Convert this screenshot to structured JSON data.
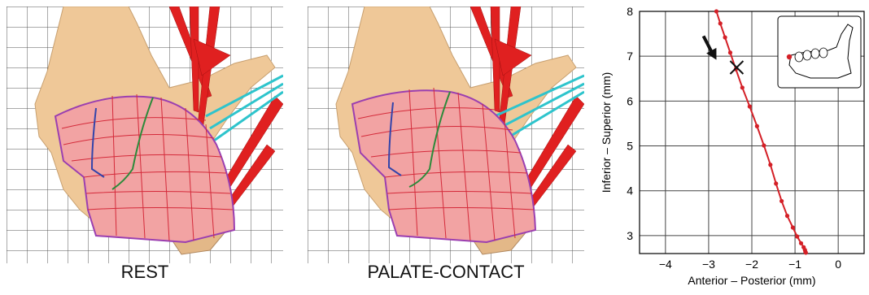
{
  "captions": {
    "rest": "REST",
    "palate_contact": "PALATE-CONTACT"
  },
  "colors": {
    "tongue_fill": "#f2a3a3",
    "tongue_grid": "#d42a3a",
    "tongue_outline": "#9b3fb0",
    "bone": "#efc898",
    "muscle_red": "#e02020",
    "muscle_cyan": "#2ec4cc",
    "trajectory": "#d42027",
    "grid": "#444444"
  },
  "chart_data": {
    "type": "line",
    "xlabel": "Anterior – Posterior (mm)",
    "ylabel": "Inferior – Superior (mm)",
    "xlim": [
      -4.6,
      0.6
    ],
    "ylim": [
      2.6,
      8.0
    ],
    "xticks": [
      "−4",
      "−3",
      "−2",
      "−1",
      "0"
    ],
    "xtick_values": [
      -4,
      -3,
      -2,
      -1,
      0
    ],
    "yticks": [
      "3",
      "4",
      "5",
      "6",
      "7",
      "8"
    ],
    "ytick_values": [
      3,
      4,
      5,
      6,
      7,
      8
    ],
    "grid": true,
    "series": [
      {
        "x": [
          -2.82,
          -2.73,
          -2.62,
          -2.5,
          -2.37,
          -2.22,
          -2.05,
          -1.88,
          -1.72,
          -1.57,
          -1.44,
          -1.31,
          -1.18,
          -1.05,
          -0.95,
          -0.86,
          -0.8,
          -0.77,
          -0.76,
          -0.75
        ],
        "y": [
          8.0,
          7.73,
          7.42,
          7.08,
          6.71,
          6.3,
          5.88,
          5.44,
          5.01,
          4.58,
          4.16,
          3.77,
          3.44,
          3.18,
          2.98,
          2.83,
          2.74,
          2.68,
          2.64,
          2.62
        ]
      }
    ],
    "marker_x": {
      "x": -2.35,
      "y": 6.75
    },
    "arrow": {
      "from": [
        -3.12,
        7.45
      ],
      "to": [
        -2.82,
        6.92
      ]
    },
    "inset": "jaw-icon"
  }
}
